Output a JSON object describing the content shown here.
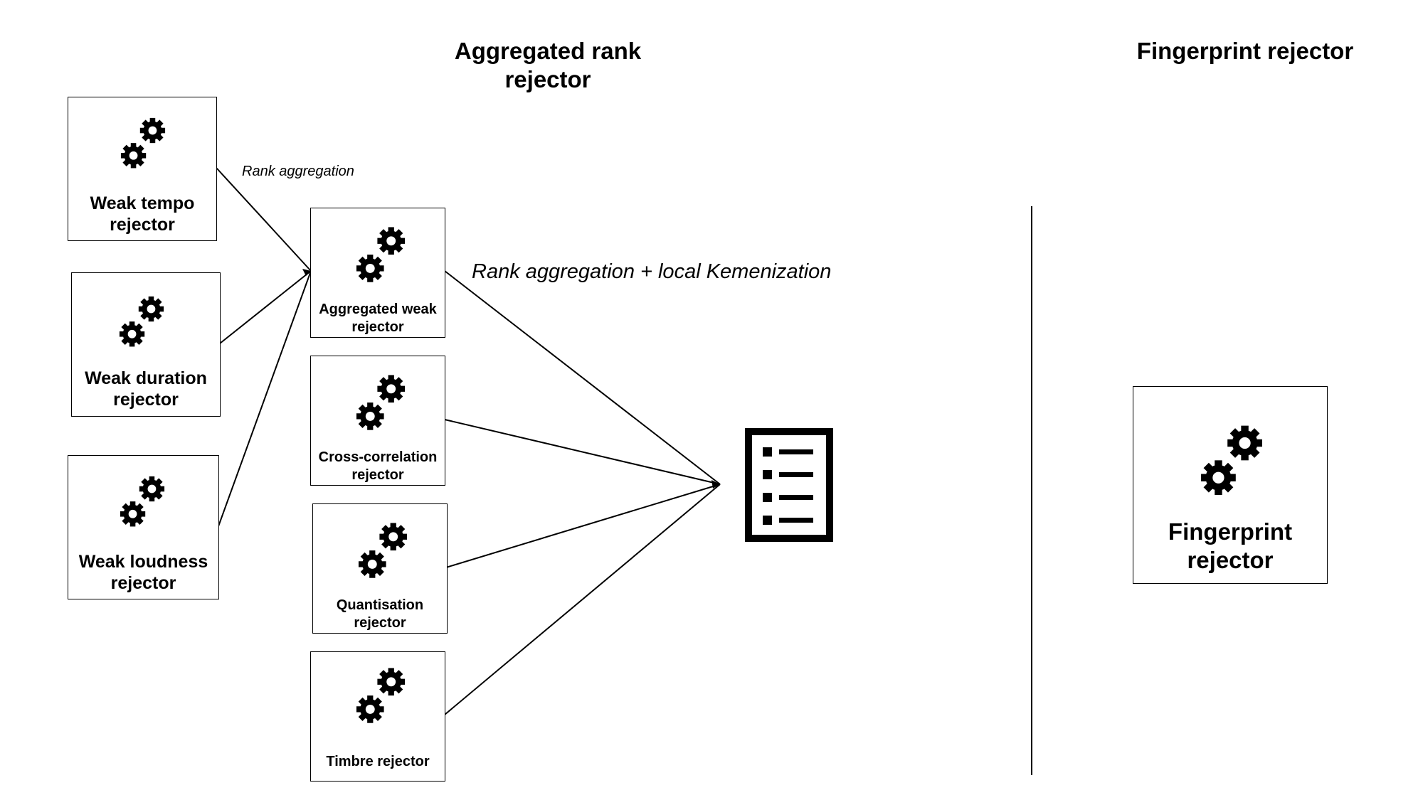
{
  "headings": {
    "aggregated": "Aggregated rank\nrejector",
    "fingerprint": "Fingerprint rejector"
  },
  "edge_labels": {
    "rank_aggregation": "Rank aggregation",
    "rank_aggregation_kemenization": "Rank aggregation + local Kemenization"
  },
  "weak_rejectors": [
    {
      "label": "Weak tempo\nrejector",
      "icon": "gears-icon"
    },
    {
      "label": "Weak duration\nrejector",
      "icon": "gears-icon"
    },
    {
      "label": "Weak loudness\nrejector",
      "icon": "gears-icon"
    }
  ],
  "stage_rejectors": [
    {
      "label": "Aggregated weak\nrejector",
      "icon": "gears-icon"
    },
    {
      "label": "Cross-correlation\nrejector",
      "icon": "gears-icon"
    },
    {
      "label": "Quantisation\nrejector",
      "icon": "gears-icon"
    },
    {
      "label": "Timbre rejector",
      "icon": "gears-icon"
    }
  ],
  "output_icon": "checklist-icon",
  "fingerprint_box": {
    "label": "Fingerprint\nrejector",
    "icon": "gears-icon"
  }
}
